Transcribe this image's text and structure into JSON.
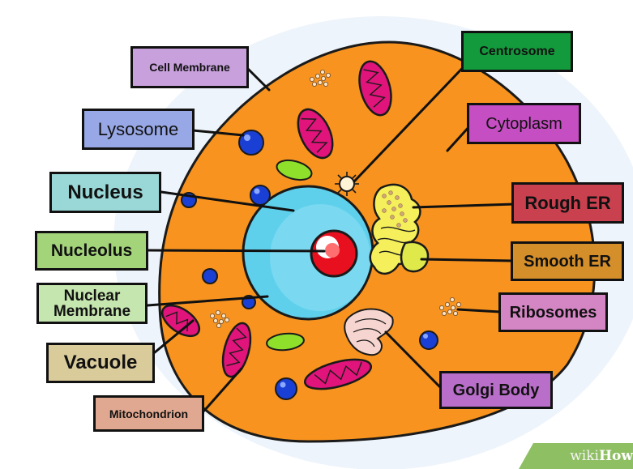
{
  "labels": {
    "cell_membrane": "Cell Membrane",
    "lysosome": "Lysosome",
    "nucleus": "Nucleus",
    "nucleolus": "Nucleolus",
    "nuclear_membrane_line1": "Nuclear",
    "nuclear_membrane_line2": "Membrane",
    "vacuole": "Vacuole",
    "mitochondrion": "Mitochondrion",
    "centrosome": "Centrosome",
    "cytoplasm": "Cytoplasm",
    "rough_er": "Rough ER",
    "smooth_er": "Smooth ER",
    "ribosomes": "Ribosomes",
    "golgi_body": "Golgi Body"
  },
  "watermark": {
    "part1": "wiki",
    "part2": "How"
  },
  "colors": {
    "cytoplasm": "#f7931e",
    "nucleus": "#5fd0ec",
    "nucleolus": "#e8101e",
    "mitochondrion": "#e0147a",
    "lysosome": "#1a3fd4",
    "vacuole_green": "#8ee02a",
    "er": "#f4ef5a",
    "label_purple": "#c7a0dc",
    "label_blue": "#98a8e6",
    "label_teal": "#99d8d6",
    "label_green": "#a3d47a",
    "label_lightgreen": "#c6e6b0",
    "label_tan": "#dacb9a",
    "label_salmon": "#e0a890",
    "label_darkgreen": "#139a3c",
    "label_magenta": "#c44ec2",
    "label_red": "#c9414f",
    "label_orange": "#d58f2a",
    "label_pink": "#d486c4",
    "label_violet": "#b96fc9"
  }
}
